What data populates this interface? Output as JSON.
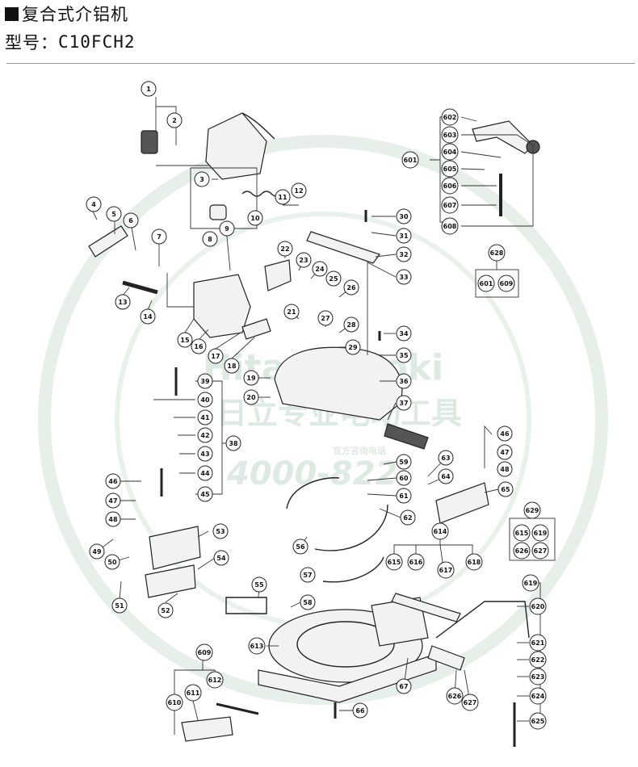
{
  "header": {
    "title": "复合式介铝机",
    "model_label": "型号：",
    "model_value": "C10FCH2"
  },
  "watermark": {
    "brand": "Hitachi Koki",
    "line1": "日立专业电动工具",
    "phone": "4000-822-",
    "small": "官方咨询电话"
  },
  "callouts": [
    "1",
    "2",
    "3",
    "4",
    "5",
    "6",
    "7",
    "8",
    "9",
    "10",
    "11",
    "12",
    "13",
    "14",
    "15",
    "16",
    "17",
    "18",
    "19",
    "20",
    "21",
    "22",
    "23",
    "24",
    "25",
    "26",
    "27",
    "28",
    "29",
    "30",
    "31",
    "32",
    "33",
    "34",
    "35",
    "36",
    "37",
    "38",
    "39",
    "40",
    "41",
    "42",
    "43",
    "44",
    "45",
    "46",
    "47",
    "48",
    "49",
    "50",
    "51",
    "52",
    "53",
    "54",
    "55",
    "56",
    "57",
    "58",
    "59",
    "60",
    "61",
    "62",
    "63",
    "64",
    "65",
    "66",
    "67",
    "601",
    "602",
    "603",
    "604",
    "605",
    "606",
    "607",
    "608",
    "609",
    "610",
    "611",
    "612",
    "613",
    "614",
    "615",
    "616",
    "617",
    "618",
    "619",
    "620",
    "621",
    "622",
    "623",
    "624",
    "625",
    "626",
    "627",
    "628",
    "629"
  ],
  "groups": {
    "g628": {
      "label": "628",
      "items": [
        "601",
        "609"
      ]
    },
    "g629": {
      "label": "629",
      "items": [
        "615",
        "619",
        "626",
        "627"
      ]
    }
  },
  "colors": {
    "line": "#222222",
    "watermark": "#ddeae1",
    "rule": "#9a9a9a"
  }
}
